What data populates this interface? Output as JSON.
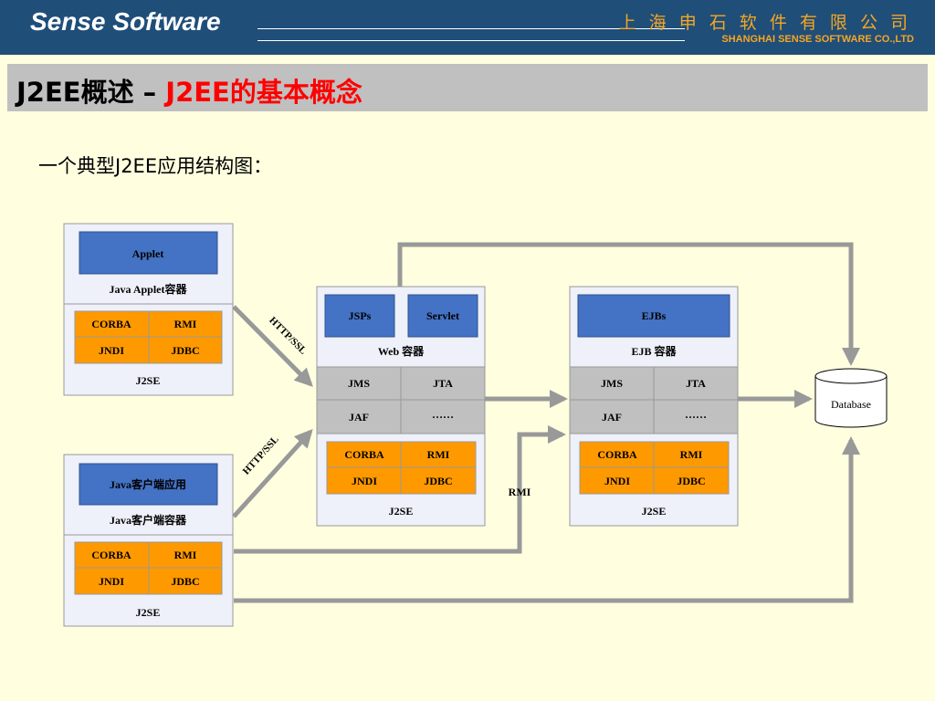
{
  "header": {
    "brand": "Sense Software",
    "company_cn": "上 海 申 石 软 件 有 限 公 司",
    "company_en": "SHANGHAI SENSE SOFTWARE CO.,LTD"
  },
  "title": {
    "prefix": "J2EE概述 – ",
    "highlight": "J2EE的基本概念"
  },
  "subtitle": "一个典型J2EE应用结构图：",
  "diagram": {
    "applet_box": {
      "component": "Applet",
      "container": "Java Applet容器",
      "services": [
        "CORBA",
        "RMI",
        "JNDI",
        "JDBC"
      ],
      "platform": "J2SE"
    },
    "client_box": {
      "component": "Java客户端应用",
      "container": "Java客户端容器",
      "services": [
        "CORBA",
        "RMI",
        "JNDI",
        "JDBC"
      ],
      "platform": "J2SE"
    },
    "web_box": {
      "components": [
        "JSPs",
        "Servlet"
      ],
      "container": "Web 容器",
      "apis": [
        "JMS",
        "JTA",
        "JAF",
        "……"
      ],
      "services": [
        "CORBA",
        "RMI",
        "JNDI",
        "JDBC"
      ],
      "platform": "J2SE"
    },
    "ejb_box": {
      "component": "EJBs",
      "container": "EJB 容器",
      "apis": [
        "JMS",
        "JTA",
        "JAF",
        "……"
      ],
      "services": [
        "CORBA",
        "RMI",
        "JNDI",
        "JDBC"
      ],
      "platform": "J2SE"
    },
    "database": "Database",
    "labels": {
      "http_top": "HTTP/SSL",
      "http_bottom": "HTTP/SSL",
      "rmi": "RMI"
    },
    "colors": {
      "component_blue": "#4472c4",
      "service_orange": "#ff9900",
      "api_gray": "#c0c0c0",
      "box_bg": "#eef0fa",
      "arrow_gray": "#999999"
    }
  }
}
